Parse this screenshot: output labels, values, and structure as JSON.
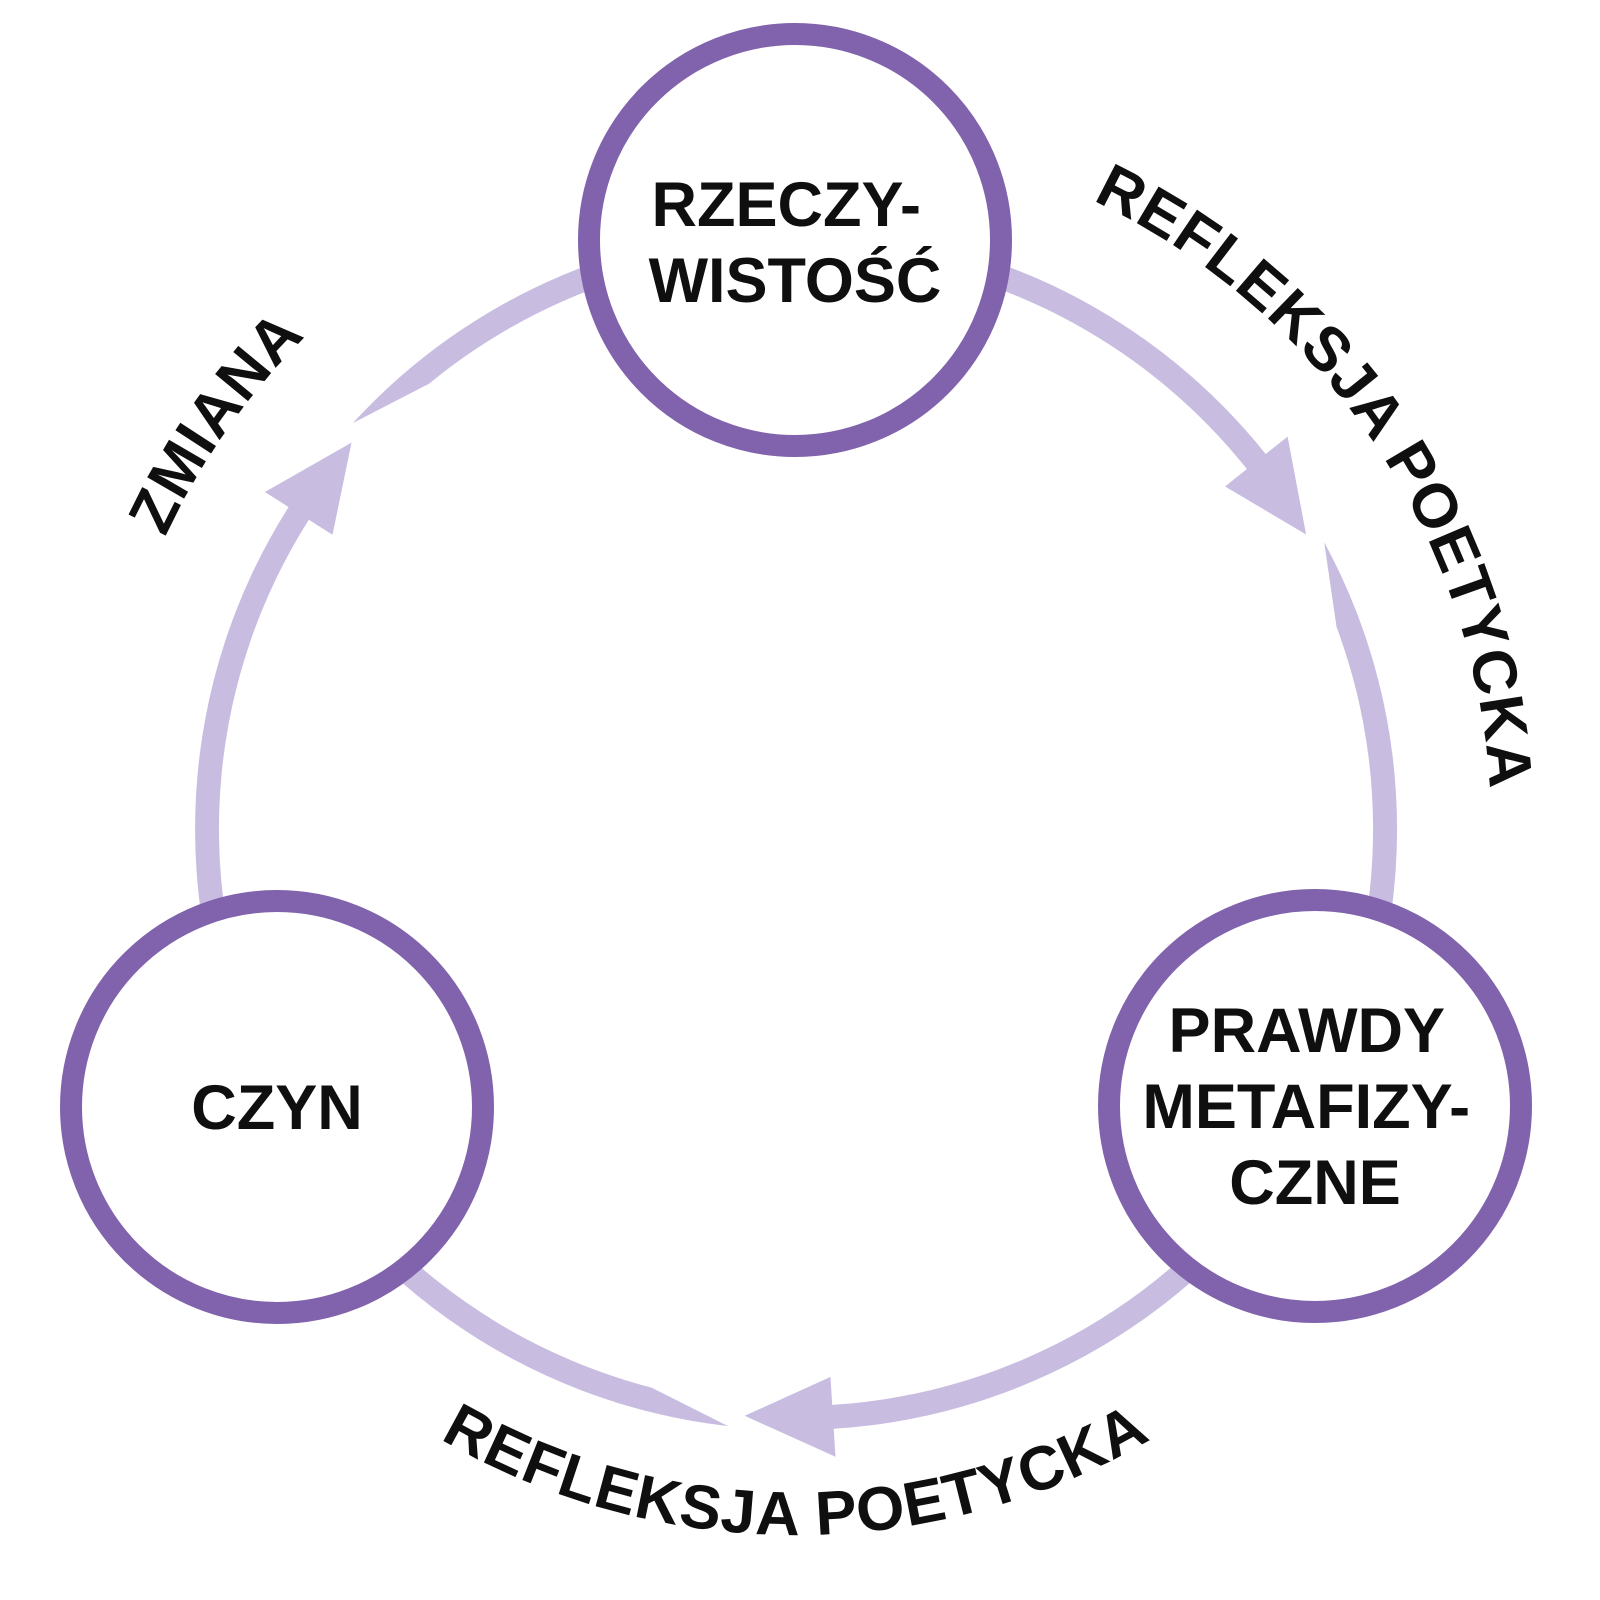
{
  "diagram": {
    "type": "cycle",
    "direction": "clockwise",
    "colors": {
      "node_border": "#8063AC",
      "arrow": "#C8BCE1",
      "label_text": "#0F0F0F",
      "background": "#FFFFFF"
    },
    "nodes": [
      {
        "id": "rzeczywistosc",
        "label": "RZECZYWISTOŚĆ",
        "lines": [
          "RZECZY-",
          "WISTOŚĆ"
        ],
        "position": "top"
      },
      {
        "id": "prawdy-metafizyczne",
        "label": "PRAWDY METAFIZYCZNE",
        "lines": [
          "PRAWDY",
          "METAFIZY-",
          "CZNE"
        ],
        "position": "bottom-right"
      },
      {
        "id": "czyn",
        "label": "CZYN",
        "lines": [
          "CZYN"
        ],
        "position": "bottom-left"
      }
    ],
    "edges": [
      {
        "from": "rzeczywistosc",
        "to": "prawdy-metafizyczne",
        "label": "REFLEKSJA POETYCKA"
      },
      {
        "from": "prawdy-metafizyczne",
        "to": "czyn",
        "label": "REFLEKSJA POETYCKA"
      },
      {
        "from": "czyn",
        "to": "rzeczywistosc",
        "label": "ZMIANA"
      }
    ]
  }
}
